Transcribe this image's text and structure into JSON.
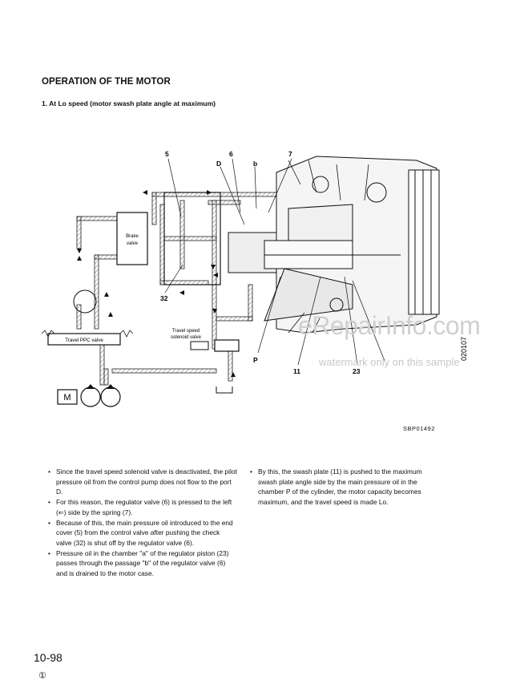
{
  "page": {
    "heading": "OPERATION OF THE MOTOR",
    "subheading": "1.   At Lo speed (motor swash plate angle at maximum)",
    "figure_code": "SBP01492",
    "page_number": "10-98",
    "revision_mark": "①"
  },
  "diagram": {
    "callouts": {
      "c5": "5",
      "c6": "6",
      "c7": "7",
      "cD": "D",
      "cb": "b",
      "c32": "32",
      "cP": "P",
      "c11": "11",
      "c23": "23"
    },
    "brake_valve": "Brake\nvalve",
    "travel_ppc_valve": "Travel PPC valve",
    "travel_speed_solenoid_valve": "Travel speed\nsolenoid valve",
    "side_code": "020107"
  },
  "watermark": {
    "logo": "eRepairInfo.com",
    "note": "watermark only on this sample"
  },
  "body_left": [
    "Since the travel speed solenoid valve is deactivated, the pilot pressure oil from the control pump does not flow to the port D.",
    "For this reason, the regulator valve (6) is pressed to the left (⇐) side by the spring (7).",
    "Because of this, the main pressure oil introduced to the end cover (5) from the control valve after pushing the check valve (32) is shut off by the regulator valve (6).",
    "Pressure oil in the chamber \"a\" of the regulator piston (23) passes through the passage \"b\" of the regulator valve (6) and is drained to the motor case."
  ],
  "body_right": [
    "By this, the swash plate (11) is pushed to the maximum swash plate angle side by the main pressure oil in the chamber P of the cylinder, the motor capacity becomes maximum, and the travel speed is made Lo."
  ],
  "bullet_glyph": "•"
}
